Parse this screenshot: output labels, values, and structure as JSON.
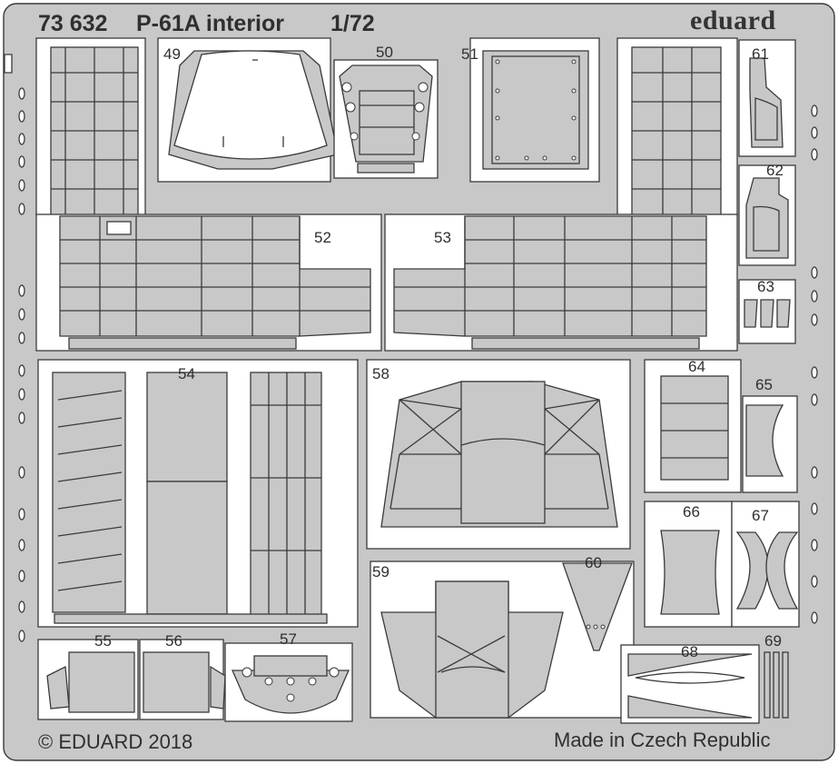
{
  "header": {
    "catalog_number": "73 632",
    "title": "P-61A interior",
    "scale": "1/72",
    "brand": "eduard"
  },
  "footer": {
    "copyright": "© EDUARD 2018",
    "origin": "Made in Czech Republic"
  },
  "parts": {
    "p49": "49",
    "p50": "50",
    "p51": "51",
    "p52": "52",
    "p53": "53",
    "p54": "54",
    "p55": "55",
    "p56": "56",
    "p57": "57",
    "p58": "58",
    "p59": "59",
    "p60": "60",
    "p61": "61",
    "p62": "62",
    "p63": "63",
    "p64": "64",
    "p65": "65",
    "p66": "66",
    "p67": "67",
    "p68": "68",
    "p69": "69"
  },
  "colors": {
    "fret": "#c8c8c8",
    "outline": "#3a3a3a",
    "background": "#ffffff"
  }
}
